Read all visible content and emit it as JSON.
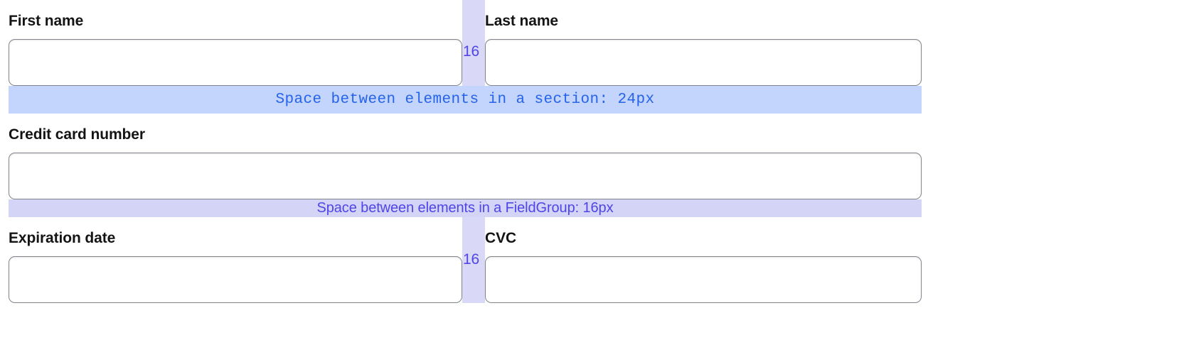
{
  "form": {
    "rows": [
      {
        "type": "split",
        "left": {
          "label": "First name",
          "value": "",
          "placeholder": ""
        },
        "right": {
          "label": "Last name",
          "value": "",
          "placeholder": ""
        },
        "gap_value": "16"
      },
      {
        "type": "band-section",
        "text": "Space between elements in a section: 24px"
      },
      {
        "type": "full",
        "field": {
          "label": "Credit card number",
          "value": "",
          "placeholder": ""
        }
      },
      {
        "type": "band-fieldgroup",
        "text": "Space between elements in a FieldGroup: 16px"
      },
      {
        "type": "split",
        "left": {
          "label": "Expiration date",
          "value": "",
          "placeholder": ""
        },
        "right": {
          "label": "CVC",
          "value": "",
          "placeholder": ""
        },
        "gap_value": "16"
      }
    ]
  },
  "annotations": {
    "column_gap_label": "16",
    "section_spacing_text": "Space between elements in a section: 24px",
    "fieldgroup_spacing_text": "Space between elements in a FieldGroup: 16px"
  },
  "colors": {
    "section_band_bg": "#c3d4fd",
    "section_band_text": "#2563eb",
    "fieldgroup_band_bg": "#d4d4f6",
    "fieldgroup_band_text": "#4f46e5",
    "gap_column_bg": "#d9d9f7",
    "gap_label_text": "#4f46e5",
    "input_border": "#80838c",
    "label_text": "#141414",
    "page_bg": "#ffffff"
  }
}
